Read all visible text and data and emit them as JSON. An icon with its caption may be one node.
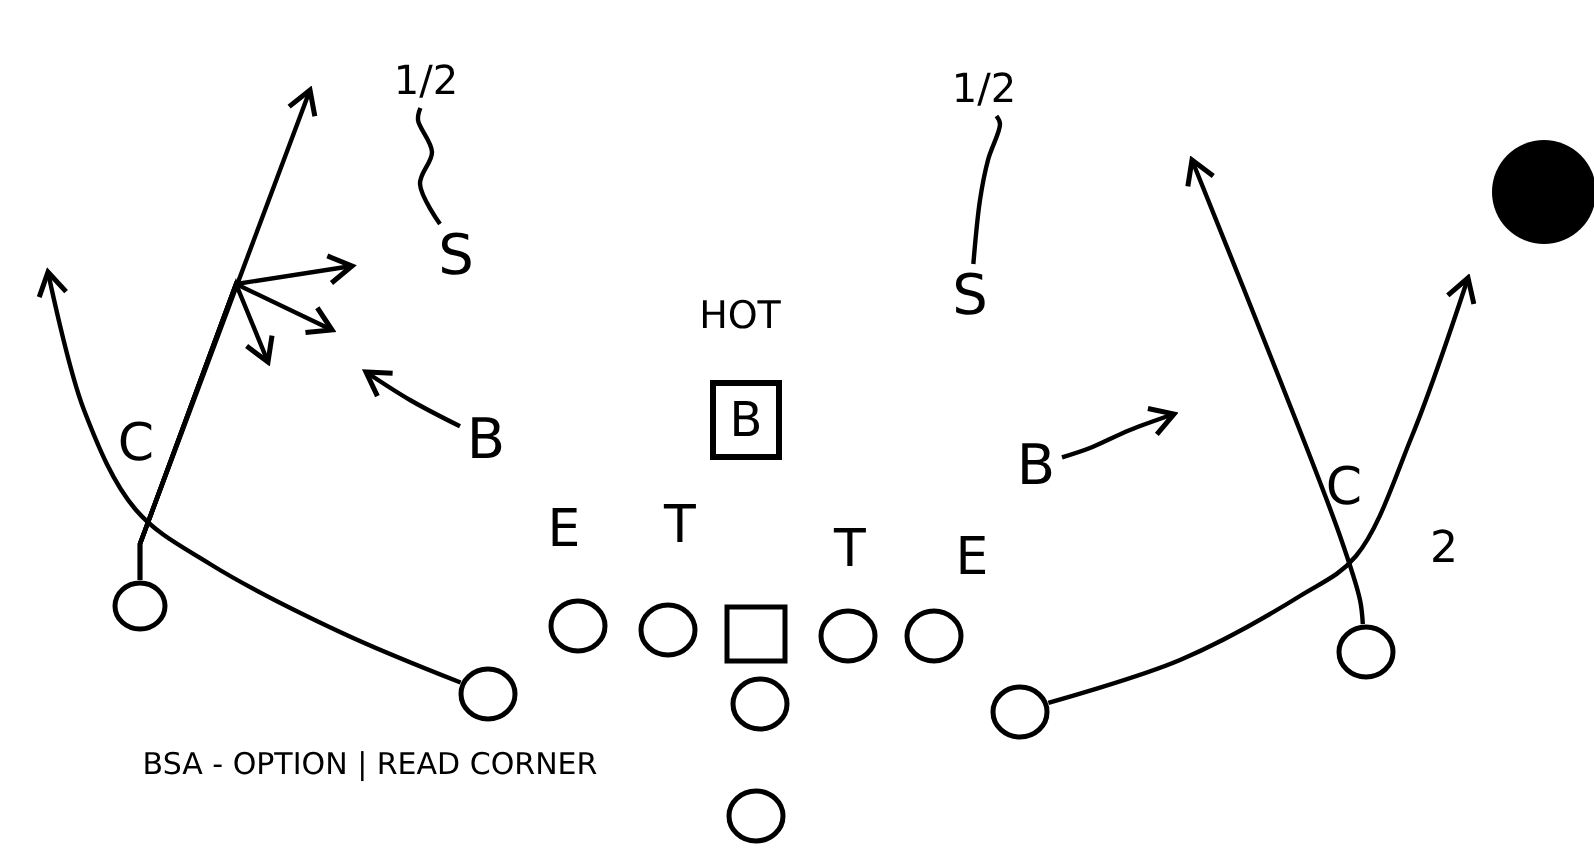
{
  "diagram": {
    "caption": "BSA - OPTION | READ CORNER",
    "nodes": [
      {
        "text": [
          "1/2"
        ]
      },
      {
        "text": [
          "1/2"
        ]
      },
      {
        "text": [
          "S"
        ]
      },
      {
        "text": [
          "S"
        ]
      },
      {
        "text": [
          "HOT"
        ]
      },
      {
        "text": [
          "B"
        ]
      },
      {
        "text": [
          "B"
        ]
      },
      {
        "text": [
          "B"
        ]
      },
      {
        "text": [
          "C"
        ]
      },
      {
        "text": [
          "C"
        ]
      },
      {
        "text": [
          "E"
        ]
      },
      {
        "text": [
          "T"
        ]
      },
      {
        "text": [
          "T"
        ]
      },
      {
        "text": [
          "E"
        ]
      },
      {
        "text": [],
        "shape": "circle"
      },
      {
        "text": [],
        "shape": "circle"
      },
      {
        "text": [],
        "shape": "circle"
      },
      {
        "text": [],
        "shape": "box"
      },
      {
        "text": [],
        "shape": "circle"
      },
      {
        "text": [],
        "shape": "circle"
      },
      {
        "text": [],
        "shape": "circle"
      },
      {
        "text": [],
        "shape": "circle"
      },
      {
        "text": [],
        "shape": "circle"
      },
      {
        "text": [],
        "shape": "circle"
      },
      {
        "text": [],
        "shape": "circle"
      },
      {
        "text": [],
        "shape": "dot"
      }
    ],
    "edges": [
      {
        "from": 0,
        "to": 2,
        "arrow": "none"
      },
      {
        "from": 1,
        "to": 3,
        "arrow": "none"
      },
      {
        "from": 6,
        "to": null,
        "arrow": "to"
      },
      {
        "from": 7,
        "to": null,
        "arrow": "to"
      },
      {
        "from": 21,
        "to": null,
        "arrow": "to"
      },
      {
        "from": 14,
        "to": null,
        "arrow": "to"
      },
      {
        "from": 14,
        "to": null,
        "arrow": "to"
      },
      {
        "from": 14,
        "to": null,
        "arrow": "to"
      },
      {
        "from": 14,
        "to": null,
        "arrow": "to"
      },
      {
        "from": 23,
        "to": null,
        "arrow": "to"
      },
      {
        "from": 20,
        "to": null,
        "arrow": "to"
      }
    ],
    "labels": [
      "2"
    ]
  }
}
